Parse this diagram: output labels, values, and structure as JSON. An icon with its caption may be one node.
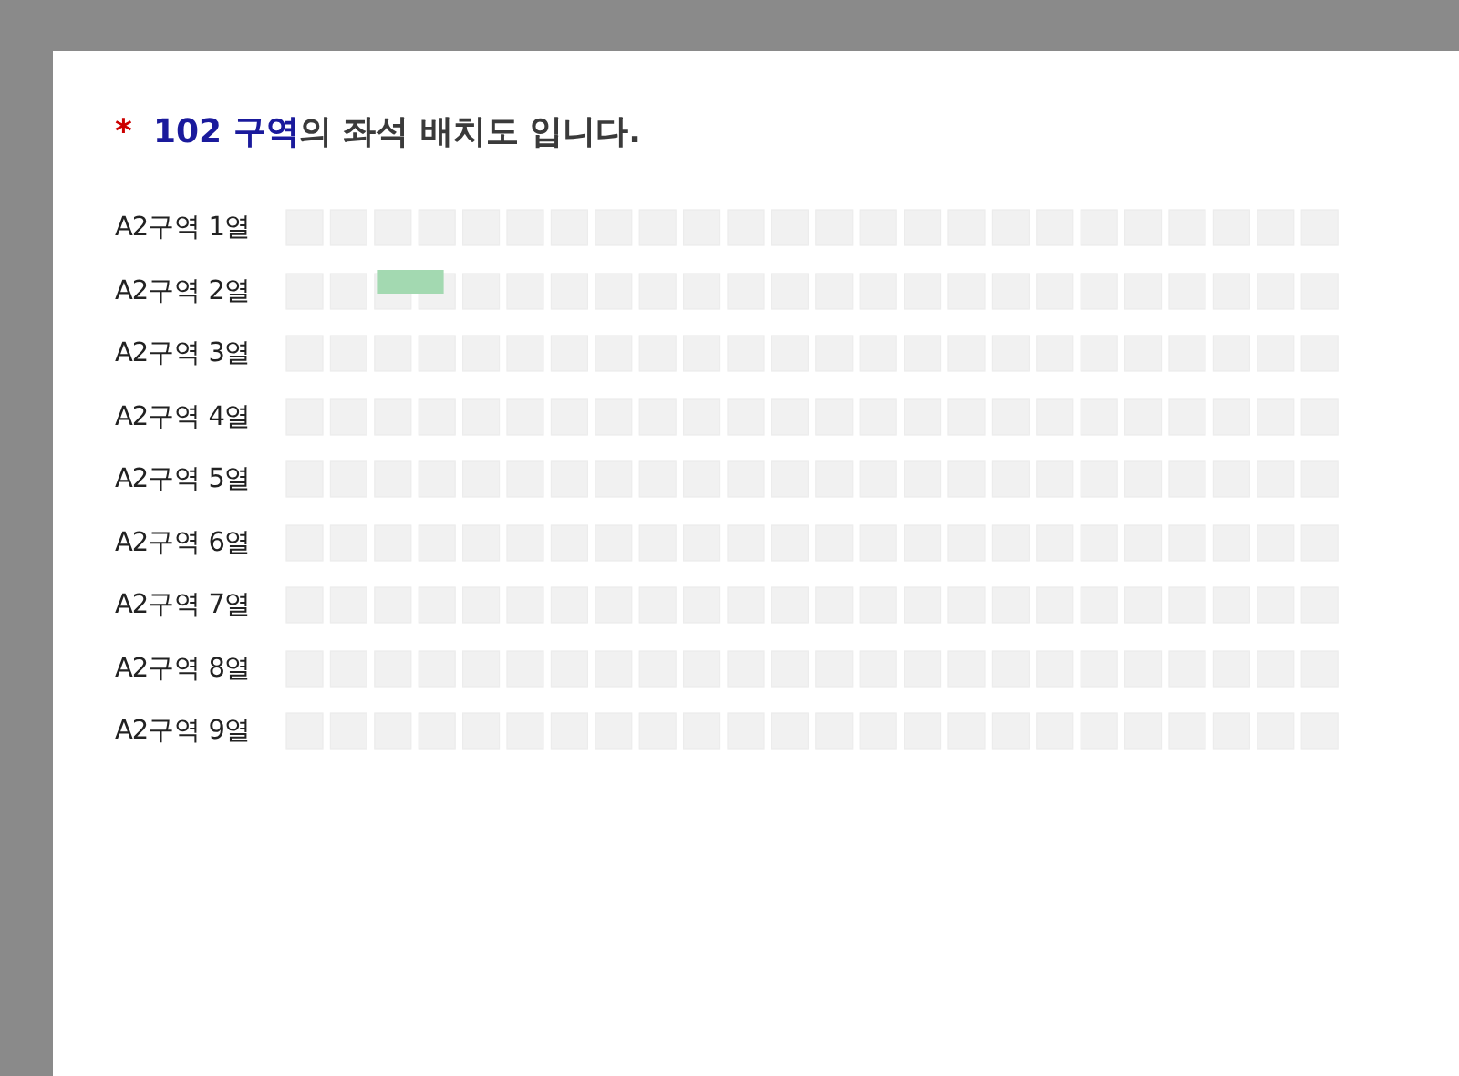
{
  "diagram": {
    "title": "**102 구역**의 좌석 배치도 입니다.",
    "labels": [
      "*",
      "A2구역 1열",
      "A2구역 2열",
      "A2구역 3열",
      "A2구역 4열",
      "A2구역 5열",
      "A2구역 6열",
      "A2구역 7열",
      "A2구역 8열",
      "A2구역 9열"
    ]
  }
}
